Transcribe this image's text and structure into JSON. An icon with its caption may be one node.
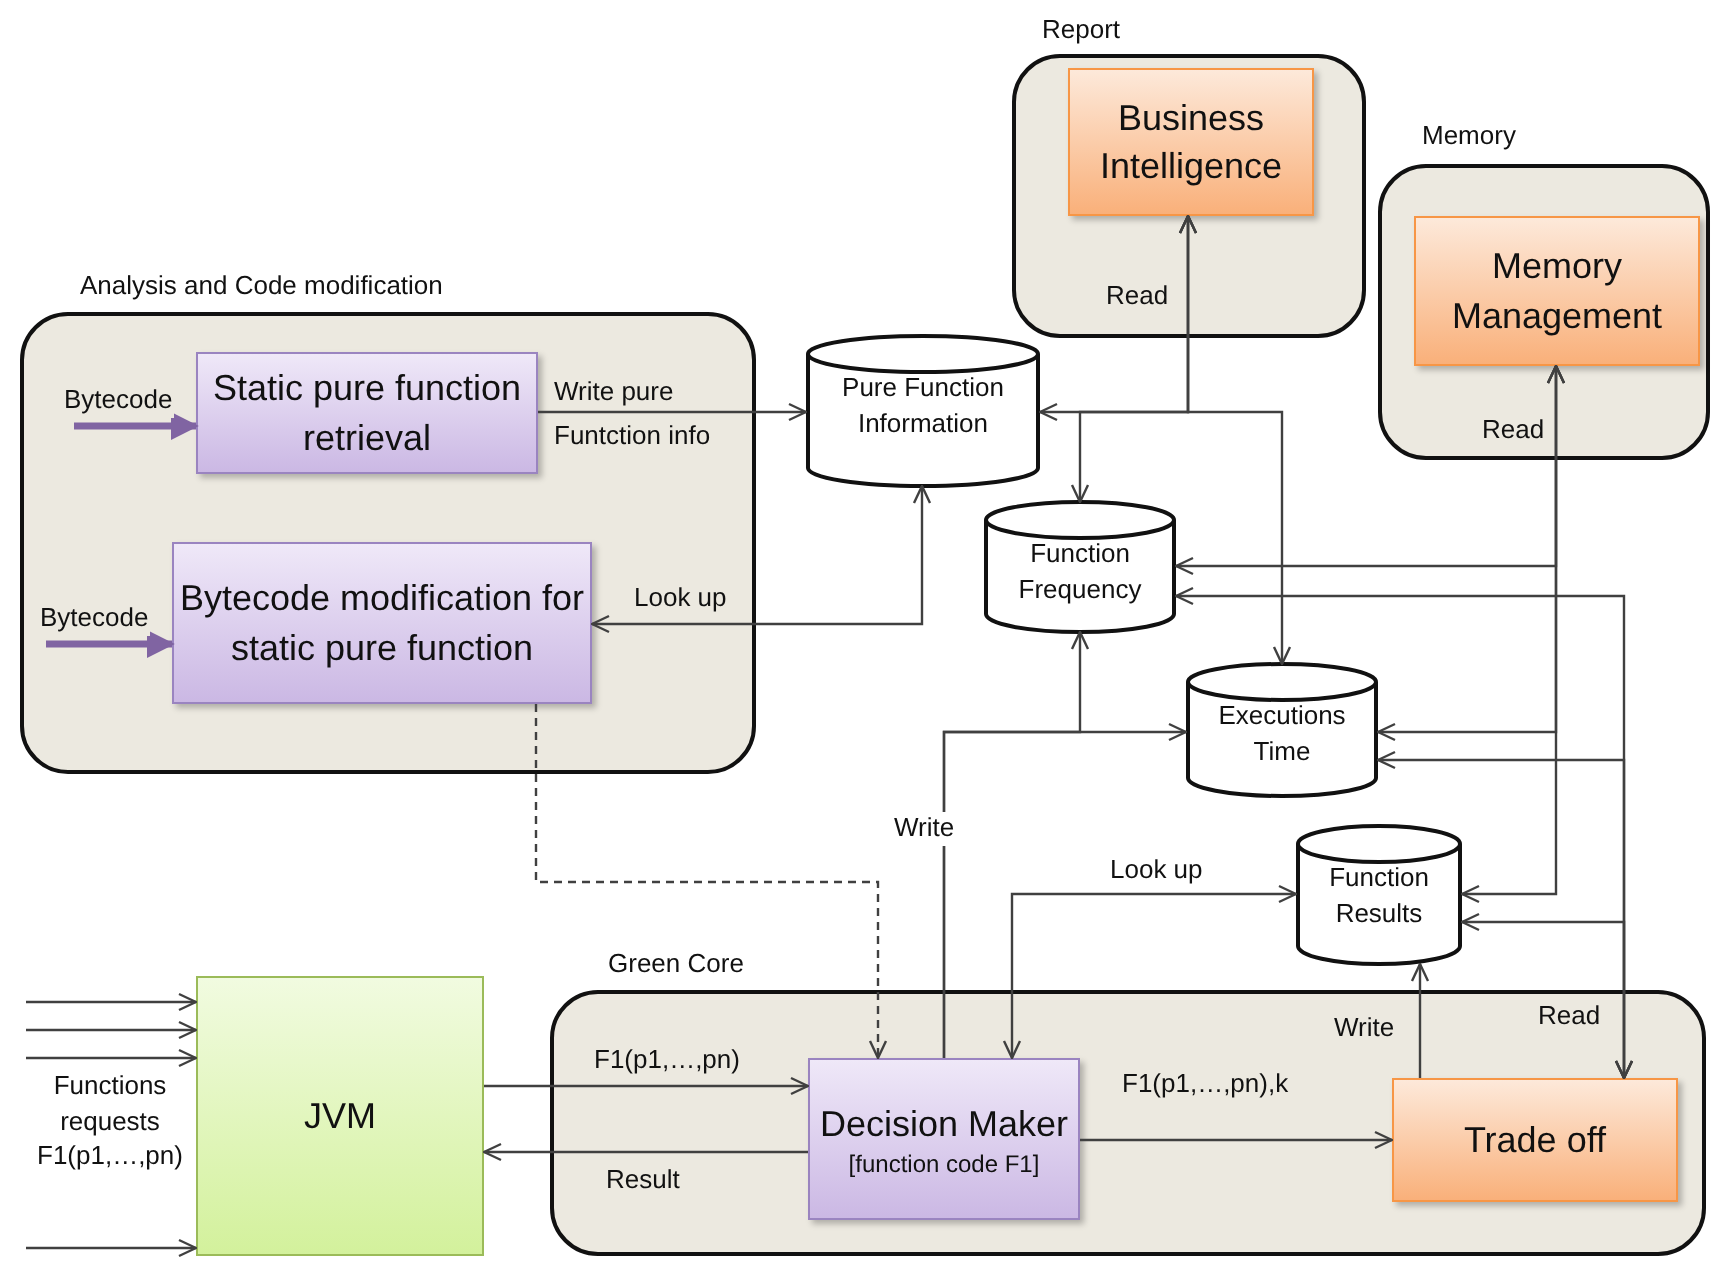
{
  "diagram": {
    "nodes": [
      {
        "text": [
          "Analysis and Code modification"
        ]
      },
      {
        "text": [
          "Static pure function retrieval"
        ],
        "in": 0
      },
      {
        "text": [
          "Bytecode modification for static pure function"
        ],
        "in": 0
      },
      {
        "text": [
          "Report"
        ]
      },
      {
        "text": [
          "Business Intelligence"
        ],
        "in": 3
      },
      {
        "text": [
          "Memory"
        ]
      },
      {
        "text": [
          "Memory Management"
        ],
        "in": 5
      },
      {
        "text": [
          "Pure Function Information"
        ]
      },
      {
        "text": [
          "Function Frequency"
        ]
      },
      {
        "text": [
          "Executions Time"
        ]
      },
      {
        "text": [
          "Function Results"
        ]
      },
      {
        "text": [
          "JVM"
        ]
      },
      {
        "text": [
          "Green Core"
        ]
      },
      {
        "text": [
          "Decision Maker",
          "[function code F1]"
        ],
        "in": 12
      },
      {
        "text": [
          "Trade off"
        ],
        "in": 12
      }
    ],
    "edges": [
      {
        "from": null,
        "to": 1,
        "arrow": "to",
        "label": "Bytecode",
        "style": "thick",
        "color": "#8064a2"
      },
      {
        "from": null,
        "to": 2,
        "arrow": "to",
        "label": "Bytecode",
        "style": "thick",
        "color": "#8064a2"
      },
      {
        "from": 1,
        "to": 7,
        "arrow": "to",
        "label": "Write pure Funtction info"
      },
      {
        "from": 7,
        "to": 2,
        "arrow": "both",
        "label": "Look up"
      },
      {
        "from": 2,
        "to": 13,
        "arrow": "to",
        "style": "dashed"
      },
      {
        "from": null,
        "to": 11,
        "arrow": "to"
      },
      {
        "from": null,
        "to": 11,
        "arrow": "to"
      },
      {
        "from": null,
        "to": 11,
        "arrow": "to"
      },
      {
        "from": null,
        "to": 11,
        "arrow": "to"
      },
      {
        "from": 11,
        "to": 13,
        "arrow": "to",
        "label": "F1(p1,…,pn)"
      },
      {
        "from": 13,
        "to": 11,
        "arrow": "to",
        "label": "Result"
      },
      {
        "from": 13,
        "to": 14,
        "arrow": "to",
        "label": "F1(p1,…,pn),k"
      },
      {
        "from": 13,
        "to": 8,
        "arrow": "to",
        "label": "Write"
      },
      {
        "from": 13,
        "to": 9,
        "arrow": "to"
      },
      {
        "from": 14,
        "to": 10,
        "arrow": "to",
        "label": "Write"
      },
      {
        "from": 13,
        "to": 10,
        "arrow": "both",
        "label": "Look up"
      },
      {
        "from": 7,
        "to": 4,
        "arrow": "both",
        "label": "Read"
      },
      {
        "from": 8,
        "to": 4,
        "arrow": "both"
      },
      {
        "from": 9,
        "to": 4,
        "arrow": "both"
      },
      {
        "from": 8,
        "to": 6,
        "arrow": "both",
        "label": "Read"
      },
      {
        "from": 9,
        "to": 6,
        "arrow": "both"
      },
      {
        "from": 10,
        "to": 6,
        "arrow": "both"
      },
      {
        "from": 8,
        "to": 14,
        "arrow": "both",
        "label": "Read"
      },
      {
        "from": 9,
        "to": 14,
        "arrow": "both"
      },
      {
        "from": 10,
        "to": 14,
        "arrow": "both"
      }
    ],
    "labels": [
      "Functions requests F1(p1,…,pn)"
    ]
  }
}
